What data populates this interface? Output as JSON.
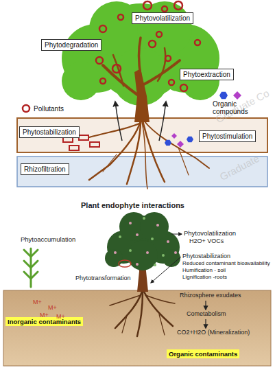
{
  "diagram": {
    "title": "Plant endophyte interactions",
    "nodes": [
      {
        "text": [
          "Phytovolatilization"
        ]
      },
      {
        "text": [
          "Phytodegradation"
        ]
      },
      {
        "text": [
          "Phytoextraction"
        ]
      },
      {
        "text": [
          "Phytostabilization"
        ]
      },
      {
        "text": [
          "Phytostimulation"
        ]
      },
      {
        "text": [
          "Rhizofiltration"
        ]
      },
      {
        "text": [
          "Inorganic contaminants"
        ]
      },
      {
        "text": [
          "Organic contaminants"
        ]
      }
    ],
    "labels": [
      "Phytovolatilization",
      "H2O+ VOCs",
      "Phytoaccumulation",
      "Phytotransformation",
      "Phytostabilization",
      "Reduced contaminant bioavailability",
      "Humification - soil",
      "Lignification -roots",
      "Rhizosphere exudates",
      "Cometabolism",
      "CO2+H2O (Mineralization)",
      "M+",
      "M+",
      "M+",
      "M+",
      "Graduate Co",
      "Graduate"
    ],
    "legend": [
      {
        "text": "Pollutants"
      },
      {
        "text": "Organic compounds"
      }
    ]
  }
}
